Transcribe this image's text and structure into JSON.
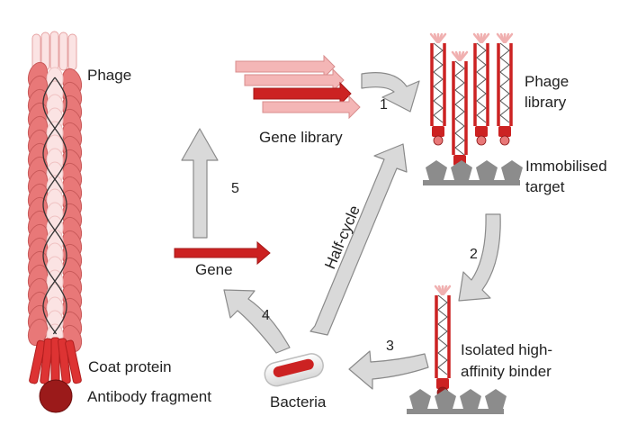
{
  "labels": {
    "phage": "Phage",
    "coat_protein": "Coat protein",
    "antibody_fragment": "Antibody fragment",
    "gene_library": "Gene library",
    "phage_library_line1": "Phage",
    "phage_library_line2": "library",
    "immobilised_line1": "Immobilised",
    "immobilised_line2": "target",
    "isolated_line1": "Isolated high-",
    "isolated_line2": "affinity binder",
    "bacteria": "Bacteria",
    "gene": "Gene",
    "half_cycle": "Half-cycle"
  },
  "steps": [
    "1",
    "2",
    "3",
    "4",
    "5"
  ],
  "colors": {
    "red": "#cc2222",
    "red_light": "#e87878",
    "pink": "#f4b6b6",
    "dark_red": "#9b1a1a",
    "arrow_gray": "#d9d9d9",
    "arrow_stroke": "#8a8a8a",
    "target_gray": "#8c8c8c"
  }
}
